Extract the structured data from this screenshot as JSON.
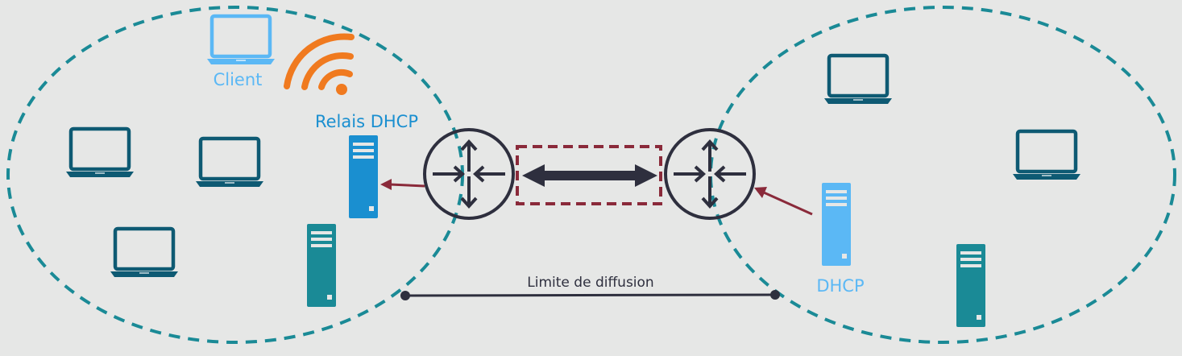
{
  "labels": {
    "client": "Client",
    "relay": "Relais DHCP",
    "dhcp": "DHCP",
    "broadcast_limit": "Limite de diffusion"
  },
  "colors": {
    "background": "#e6e7e6",
    "network_boundary": "#1a8a96",
    "laptop": "#0e5a73",
    "client_highlight": "#5bb8f5",
    "server": "#1a8a96",
    "relay_server": "#1a8fd0",
    "dhcp_server": "#5bb8f5",
    "router": "#2e2f3e",
    "wifi": "#f07a1f",
    "arrow": "#8a2a3a",
    "link_box": "#8a2a3a",
    "relay_text": "#1a8fd0",
    "client_text": "#5bb8f5"
  },
  "icons": {
    "laptop": "laptop-icon",
    "server": "server-icon",
    "router": "router-icon",
    "wifi": "wifi-icon"
  }
}
